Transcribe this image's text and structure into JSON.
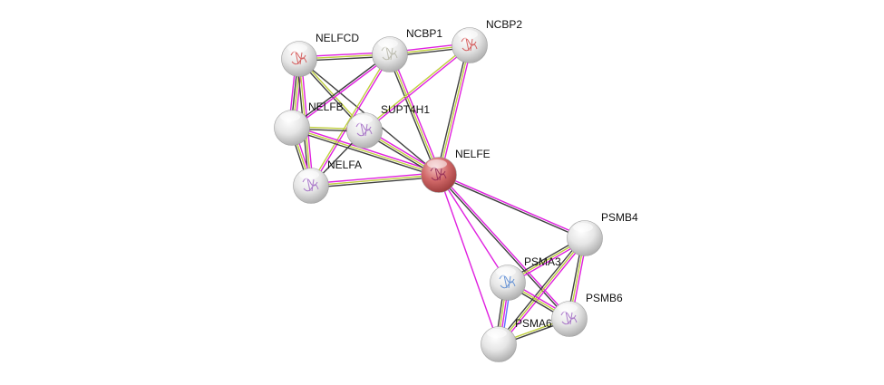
{
  "network": {
    "nodes": [
      {
        "id": "NELFCD",
        "label": "NELFCD",
        "color": "#e8e8e8",
        "structure": "#d04040"
      },
      {
        "id": "NCBP1",
        "label": "NCBP1",
        "color": "#e8e8e8",
        "structure": "#b0b0a0"
      },
      {
        "id": "NCBP2",
        "label": "NCBP2",
        "color": "#e8e8e8",
        "structure": "#d04040"
      },
      {
        "id": "NELFB",
        "label": "NELFB",
        "color": "#e8e8e8",
        "structure": ""
      },
      {
        "id": "SUPT4H1",
        "label": "SUPT4H1",
        "color": "#e8e8e8",
        "structure": "#9a5cc0"
      },
      {
        "id": "NELFA",
        "label": "NELFA",
        "color": "#e8e8e8",
        "structure": "#9a5cc0"
      },
      {
        "id": "NELFE",
        "label": "NELFE",
        "color": "#d86060",
        "structure": "#8a2050"
      },
      {
        "id": "PSMB4",
        "label": "PSMB4",
        "color": "#e8e8e8",
        "structure": ""
      },
      {
        "id": "PSMA3",
        "label": "PSMA3",
        "color": "#e8e8e8",
        "structure": "#4a80d0"
      },
      {
        "id": "PSMB6",
        "label": "PSMB6",
        "color": "#e8e8e8",
        "structure": "#9a5cc0"
      },
      {
        "id": "PSMA6",
        "label": "PSMA6",
        "color": "#e8e8e8",
        "structure": ""
      }
    ],
    "evidence_colors": {
      "experiments": "#e020e0",
      "textmining": "#c0d040",
      "coexpression": "#404040",
      "database": "#6070ff"
    },
    "edges": [
      {
        "a": "NELFCD",
        "b": "NCBP1",
        "evidence": [
          "experiments",
          "textmining",
          "coexpression"
        ]
      },
      {
        "a": "NELFCD",
        "b": "NELFB",
        "evidence": [
          "experiments",
          "textmining",
          "coexpression",
          "experiments"
        ]
      },
      {
        "a": "NELFCD",
        "b": "NELFA",
        "evidence": [
          "experiments",
          "textmining",
          "coexpression"
        ]
      },
      {
        "a": "NELFCD",
        "b": "SUPT4H1",
        "evidence": [
          "textmining",
          "coexpression"
        ]
      },
      {
        "a": "NELFCD",
        "b": "NELFE",
        "evidence": [
          "coexpression"
        ]
      },
      {
        "a": "NCBP1",
        "b": "NCBP2",
        "evidence": [
          "experiments",
          "textmining",
          "coexpression"
        ]
      },
      {
        "a": "NCBP1",
        "b": "NELFB",
        "evidence": [
          "experiments",
          "coexpression"
        ]
      },
      {
        "a": "NCBP1",
        "b": "NELFA",
        "evidence": [
          "experiments",
          "textmining"
        ]
      },
      {
        "a": "NCBP1",
        "b": "NELFE",
        "evidence": [
          "experiments",
          "textmining",
          "coexpression"
        ]
      },
      {
        "a": "NCBP2",
        "b": "NELFE",
        "evidence": [
          "experiments",
          "textmining",
          "coexpression"
        ]
      },
      {
        "a": "NCBP2",
        "b": "SUPT4H1",
        "evidence": [
          "experiments",
          "textmining"
        ]
      },
      {
        "a": "NELFB",
        "b": "SUPT4H1",
        "evidence": [
          "textmining",
          "coexpression"
        ]
      },
      {
        "a": "NELFB",
        "b": "NELFA",
        "evidence": [
          "experiments",
          "textmining",
          "coexpression"
        ]
      },
      {
        "a": "NELFB",
        "b": "NELFE",
        "evidence": [
          "experiments",
          "textmining",
          "coexpression"
        ]
      },
      {
        "a": "SUPT4H1",
        "b": "NELFA",
        "evidence": [
          "coexpression"
        ]
      },
      {
        "a": "SUPT4H1",
        "b": "NELFE",
        "evidence": [
          "experiments",
          "textmining",
          "coexpression"
        ]
      },
      {
        "a": "NELFA",
        "b": "NELFE",
        "evidence": [
          "experiments",
          "textmining",
          "coexpression"
        ]
      },
      {
        "a": "NELFE",
        "b": "PSMB4",
        "evidence": [
          "experiments",
          "coexpression"
        ]
      },
      {
        "a": "NELFE",
        "b": "PSMA3",
        "evidence": [
          "experiments"
        ]
      },
      {
        "a": "NELFE",
        "b": "PSMA6",
        "evidence": [
          "experiments"
        ]
      },
      {
        "a": "NELFE",
        "b": "PSMB6",
        "evidence": [
          "experiments",
          "coexpression"
        ]
      },
      {
        "a": "PSMB4",
        "b": "PSMA3",
        "evidence": [
          "experiments",
          "textmining",
          "coexpression"
        ]
      },
      {
        "a": "PSMB4",
        "b": "PSMA6",
        "evidence": [
          "experiments",
          "textmining",
          "coexpression"
        ]
      },
      {
        "a": "PSMB4",
        "b": "PSMB6",
        "evidence": [
          "experiments",
          "textmining",
          "coexpression"
        ]
      },
      {
        "a": "PSMA3",
        "b": "PSMA6",
        "evidence": [
          "database",
          "experiments",
          "textmining",
          "coexpression"
        ]
      },
      {
        "a": "PSMA3",
        "b": "PSMB6",
        "evidence": [
          "experiments",
          "textmining",
          "coexpression"
        ]
      },
      {
        "a": "PSMA6",
        "b": "PSMB6",
        "evidence": [
          "textmining",
          "coexpression"
        ]
      }
    ]
  }
}
